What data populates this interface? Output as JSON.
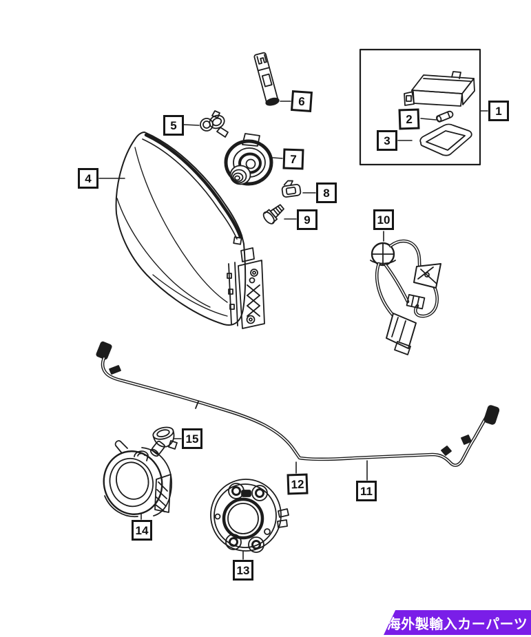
{
  "callouts": [
    {
      "label": "1"
    },
    {
      "label": "2"
    },
    {
      "label": "3"
    },
    {
      "label": "4"
    },
    {
      "label": "5"
    },
    {
      "label": "6"
    },
    {
      "label": "7"
    },
    {
      "label": "8"
    },
    {
      "label": "9"
    },
    {
      "label": "10"
    },
    {
      "label": "11"
    },
    {
      "label": "12"
    },
    {
      "label": "13"
    },
    {
      "label": "14"
    },
    {
      "label": "15"
    }
  ],
  "banner": {
    "text": "海外製輸入カーパーツ",
    "background": "#7A1EE8",
    "color": "#FFFFFF"
  },
  "colors": {
    "line": "#1C1C1C",
    "canvas": "#FFFFFF"
  }
}
